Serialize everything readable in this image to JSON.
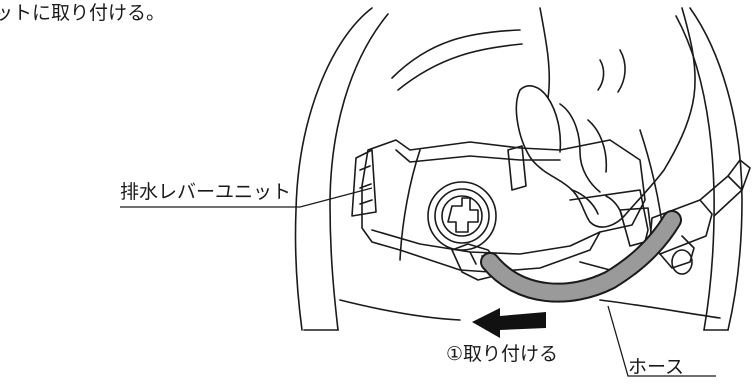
{
  "caption": {
    "top_text": "ットに取り付ける。"
  },
  "labels": {
    "lever_unit": "排水レバーユニット",
    "attach_step": "①取り付ける",
    "hose": "ホース"
  },
  "icons": {
    "direction_arrow": "arrow-left-icon",
    "hand": "hand-icon"
  },
  "colors": {
    "line": "#1a1a1a",
    "hose_fill": "#9a9a9a",
    "arrow_fill": "#111111",
    "background": "#ffffff"
  }
}
